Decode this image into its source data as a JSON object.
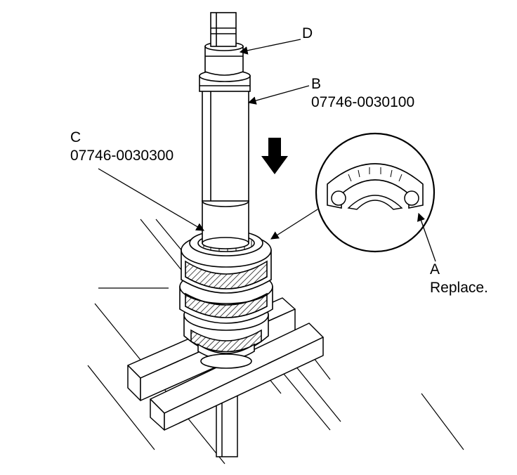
{
  "callouts": {
    "a": {
      "letter": "A",
      "text": "Replace."
    },
    "b": {
      "letter": "B",
      "part_number": "07746-0030100"
    },
    "c": {
      "letter": "C",
      "part_number": "07746-0030300"
    },
    "d": {
      "letter": "D"
    }
  },
  "colors": {
    "line": "#000000",
    "background": "#ffffff"
  }
}
